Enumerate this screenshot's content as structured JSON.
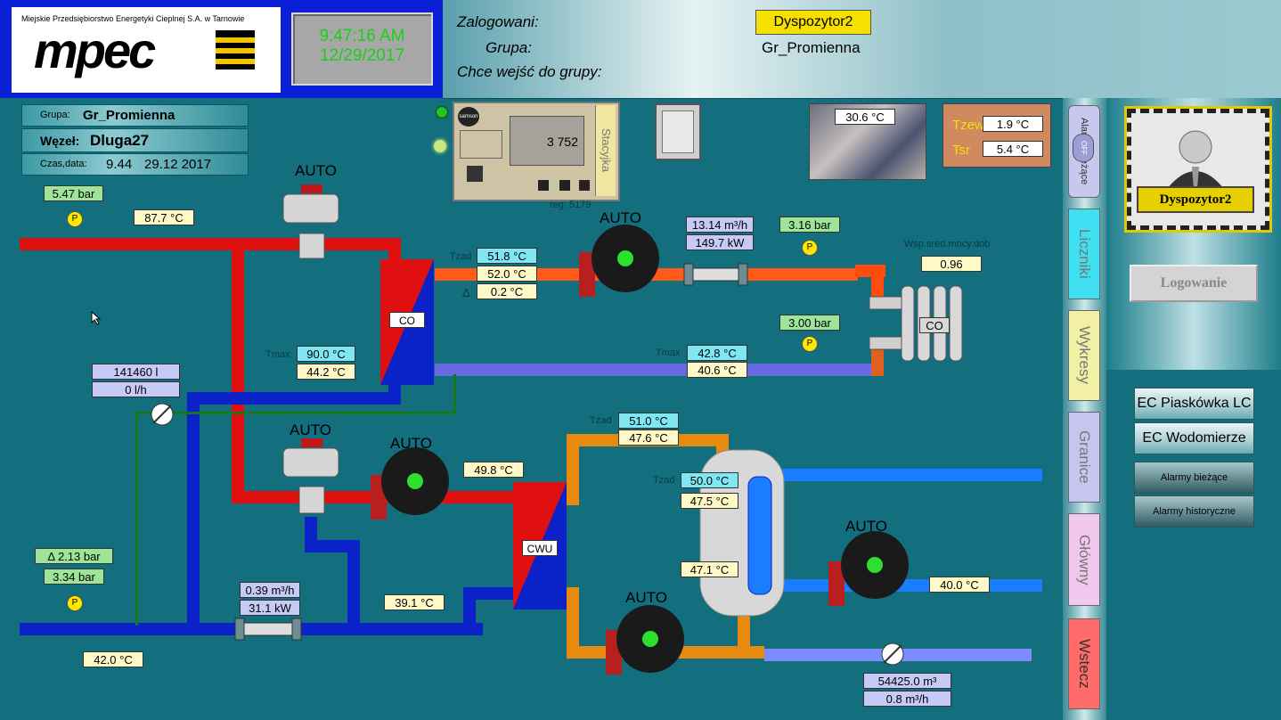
{
  "header": {
    "company_caption": "Miejskie Przedsiębiorstwo Energetyki Cieplnej S.A. w Tarnowie",
    "logo_text": "mpec",
    "clock_time": "9:47:16 AM",
    "clock_date": "12/29/2017",
    "logged_in_label": "Zalogowani:",
    "logged_in_user": "Dyspozytor2",
    "group_label": "Grupa:",
    "group_value": "Gr_Promienna",
    "join_group_label": "Chce wejść do grupy:"
  },
  "info": {
    "group_label": "Grupa:",
    "group_value": "Gr_Promienna",
    "node_label": "Węzeł:",
    "node_value": "Dluga27",
    "time_label": "Czas,data:",
    "time_value": "9.44",
    "date_value": "29.12 2017"
  },
  "controller": {
    "brand": "samson",
    "display": "3 752",
    "tab_label": "Stacyjka",
    "reg_label": "reg: 5179"
  },
  "camera_temp": "30.6 °C",
  "outdoor": {
    "tzew_label": "Tzew",
    "tzew_value": "1.9 °C",
    "tsr_label": "Tsr",
    "tsr_value": "5.4 °C"
  },
  "side_tabs": {
    "alarms_label": "Alarmy bieżące",
    "alarms_state": "OFF",
    "counters": "Liczniki",
    "charts": "Wykresy",
    "limits": "Granice",
    "main": "Główny",
    "back": "Wstecz"
  },
  "user_panel": {
    "name": "Dyspozytor2",
    "login_button": "Logowanie"
  },
  "nav": {
    "ec1": "EC Piaskówka LC",
    "ec2": "EC Wodomierze",
    "alarms_current": "Alarmy bieżące",
    "alarms_history": "Alarmy historyczne"
  },
  "values": {
    "supply_pressure": "5.47 bar",
    "supply_temp": "87.7 °C",
    "auto_co_valve": "AUTO",
    "co_tzad_label": "Tzad",
    "co_tzad": "51.8 °C",
    "co_temp": "52.0 °C",
    "co_delta_label": "Δ",
    "co_delta": "0.2 °C",
    "auto_co_pump": "AUTO",
    "co_flow": "13.14 m³/h",
    "co_power": "149.7 kW",
    "co_pressure_supply": "3.16 bar",
    "coeff_label": "Wsp.sred.mocy.dob",
    "coeff_value": "0.96",
    "co_pressure_return": "3.00 bar",
    "co_exchanger_label": "CO",
    "co_radiator_label": "CO",
    "tmax_label_left": "Tmax",
    "tmax_left": "90.0 °C",
    "return_left_temp": "44.2 °C",
    "tmax_label_right": "Tmax",
    "tmax_right": "42.8 °C",
    "co_return_temp": "40.6 °C",
    "meter_total": "141460 l",
    "meter_flow": "0 l/h",
    "auto_cwu_valve": "AUTO",
    "auto_cwu_pump": "AUTO",
    "cwu_in_temp": "49.8 °C",
    "cwu_label": "CWU",
    "tzad_label_top": "Tzad",
    "cwu_tzad_top": "51.0 °C",
    "cwu_temp_top": "47.6 °C",
    "tzad_label_tank": "Tzad",
    "tank_tzad": "50.0 °C",
    "tank_temp_top": "47.5 °C",
    "tank_temp_bottom": "47.1 °C",
    "auto_circ_pump": "AUTO",
    "circ_temp": "40.0 °C",
    "auto_bottom_pump": "AUTO",
    "delta_pressure": "Δ   2.13 bar",
    "return_pressure": "3.34 bar",
    "main_flow": "0.39 m³/h",
    "main_power": "31.1 kW",
    "mix_temp": "39.1 °C",
    "return_main_temp": "42.0 °C",
    "water_total": "54425.0 m³",
    "water_flow": "0.8 m³/h",
    "p_label": "P"
  },
  "colors": {
    "background": "#136f7e",
    "supply": "#e01010",
    "return": "#0b22c8",
    "hot_water": "#e88a10",
    "cold_water": "#1a7cff",
    "alert_yellow": "#f5e000"
  }
}
